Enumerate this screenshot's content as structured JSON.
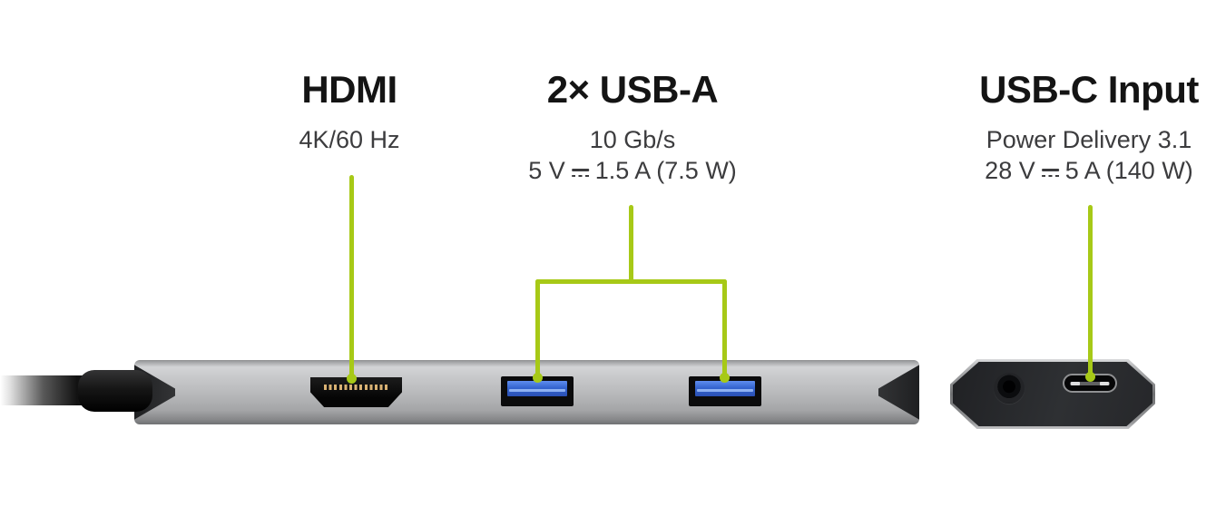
{
  "colors": {
    "accent_green": "#a7c917",
    "background": "#ffffff",
    "title_text": "#141414",
    "spec_text": "#3c3c3e",
    "usb_blue": "#3564cf"
  },
  "icons": {
    "dc_symbol": "⎓"
  },
  "annotations": {
    "hdmi": {
      "title": "HDMI",
      "spec": "4K/60 Hz"
    },
    "usb_a": {
      "title": "2× USB-A",
      "spec_speed": "10 Gb/s",
      "power_prefix": "5 V",
      "power_suffix": "1.5 A (7.5 W)"
    },
    "usb_c": {
      "title": "USB-C Input",
      "spec_standard": "Power Delivery 3.1",
      "power_prefix": "28 V",
      "power_suffix": "5 A (140 W)"
    }
  }
}
